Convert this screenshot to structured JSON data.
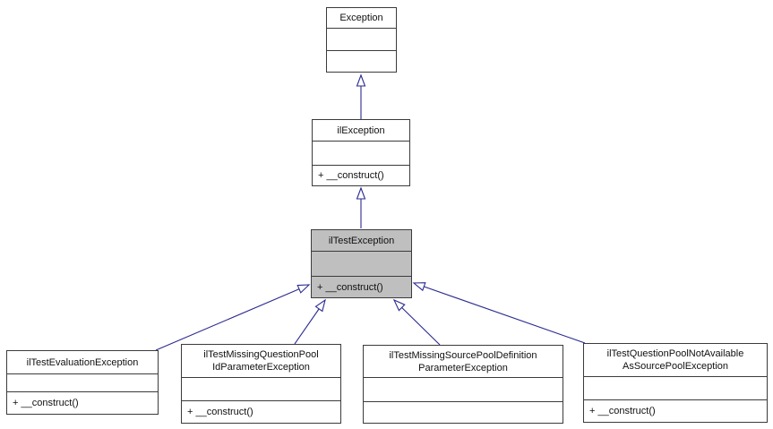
{
  "diagram": {
    "type": "uml-inheritance-graph",
    "background": "#ffffff",
    "box_border_color": "#3b3b3b",
    "box_fill": "#ffffff",
    "highlight_fill": "#bfbfbf",
    "arrow_color": "#2b2b91",
    "nodes": [
      {
        "name": "Exception",
        "title": "Exception",
        "attributes": "",
        "methods": "",
        "highlighted": false
      },
      {
        "name": "ilException",
        "title": "ilException",
        "attributes": "",
        "methods": "+ __construct()",
        "highlighted": false
      },
      {
        "name": "ilTestException",
        "title": "ilTestException",
        "attributes": "",
        "methods": "+ __construct()",
        "highlighted": true
      },
      {
        "name": "ilTestEvaluationException",
        "title": "ilTestEvaluationException",
        "attributes": "",
        "methods": "+ __construct()",
        "highlighted": false
      },
      {
        "name": "ilTestMissingQuestionPoolIdParameterException",
        "title": "ilTestMissingQuestionPool\nIdParameterException",
        "attributes": "",
        "methods": "+ __construct()",
        "highlighted": false
      },
      {
        "name": "ilTestMissingSourcePoolDefinitionParameterException",
        "title": "ilTestMissingSourcePoolDefinition\nParameterException",
        "attributes": "",
        "methods": "",
        "highlighted": false
      },
      {
        "name": "ilTestQuestionPoolNotAvailableAsSourcePoolException",
        "title": "ilTestQuestionPoolNotAvailable\nAsSourcePoolException",
        "attributes": "",
        "methods": "+ __construct()",
        "highlighted": false
      }
    ],
    "relationships": [
      {
        "from": "ilException",
        "to": "Exception",
        "type": "public-inheritance"
      },
      {
        "from": "ilTestException",
        "to": "ilException",
        "type": "public-inheritance"
      },
      {
        "from": "ilTestEvaluationException",
        "to": "ilTestException",
        "type": "public-inheritance"
      },
      {
        "from": "ilTestMissingQuestionPoolIdParameterException",
        "to": "ilTestException",
        "type": "public-inheritance"
      },
      {
        "from": "ilTestMissingSourcePoolDefinitionParameterException",
        "to": "ilTestException",
        "type": "public-inheritance"
      },
      {
        "from": "ilTestQuestionPoolNotAvailableAsSourcePoolException",
        "to": "ilTestException",
        "type": "public-inheritance"
      }
    ]
  }
}
